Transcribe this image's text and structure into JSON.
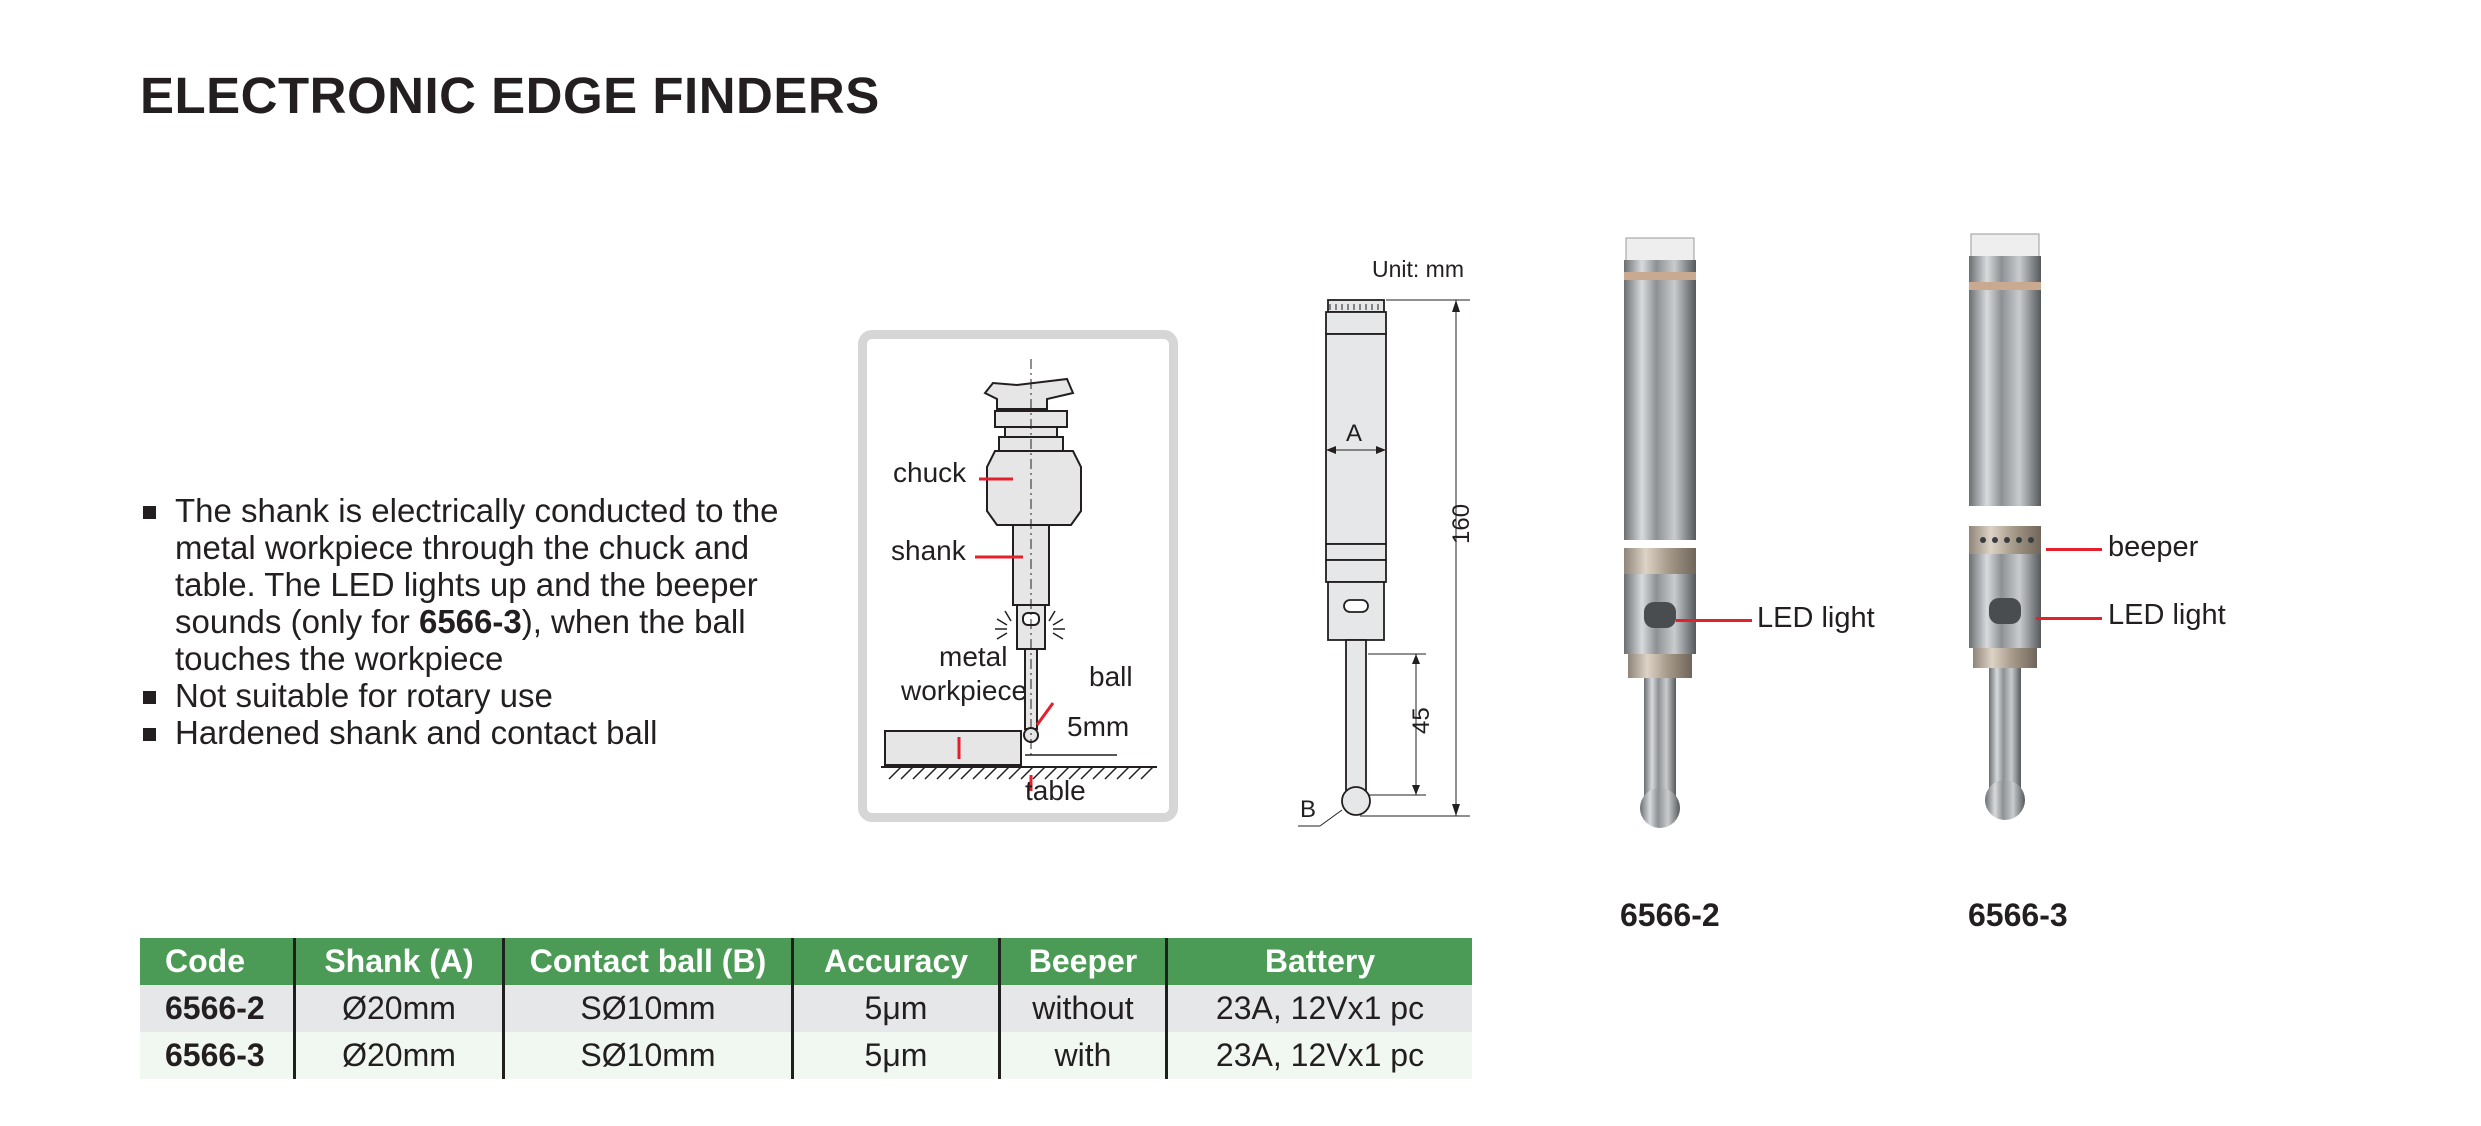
{
  "title": "ELECTRONIC EDGE FINDERS",
  "features": {
    "item1": {
      "before": "The shank is electrically conducted to the metal workpiece through the chuck and table. The LED lights up and the beeper sounds (only for ",
      "bold": "6566-3",
      "after": "), when the ball touches the workpiece"
    },
    "item2": "Not suitable for rotary use",
    "item3": "Hardened shank and contact ball"
  },
  "usage_diagram": {
    "chuck": "chuck",
    "shank": "shank",
    "metal": "metal",
    "workpiece": "workpiece",
    "ball": "ball",
    "gap": "5mm",
    "table": "table"
  },
  "dimension_drawing": {
    "unit": "Unit: mm",
    "a": "A",
    "b": "B",
    "length_total": "160",
    "length_tip": "45"
  },
  "photos": [
    {
      "code": "6566-2",
      "labels": {
        "led": "LED light"
      }
    },
    {
      "code": "6566-3",
      "labels": {
        "beeper": "beeper",
        "led": "LED light"
      }
    }
  ],
  "spec_table": {
    "headers": [
      "Code",
      "Shank (A)",
      "Contact ball (B)",
      "Accuracy",
      "Beeper",
      "Battery"
    ],
    "rows": [
      [
        "6566-2",
        "Ø20mm",
        "SØ10mm",
        "5μm",
        "without",
        "23A, 12Vx1 pc"
      ],
      [
        "6566-3",
        "Ø20mm",
        "SØ10mm",
        "5μm",
        "with",
        "23A, 12Vx1 pc"
      ]
    ]
  },
  "colors": {
    "header_green": "#4b9a56",
    "row_gray": "#e6e7e8",
    "leader_red": "#e3202c",
    "text": "#231f20"
  }
}
